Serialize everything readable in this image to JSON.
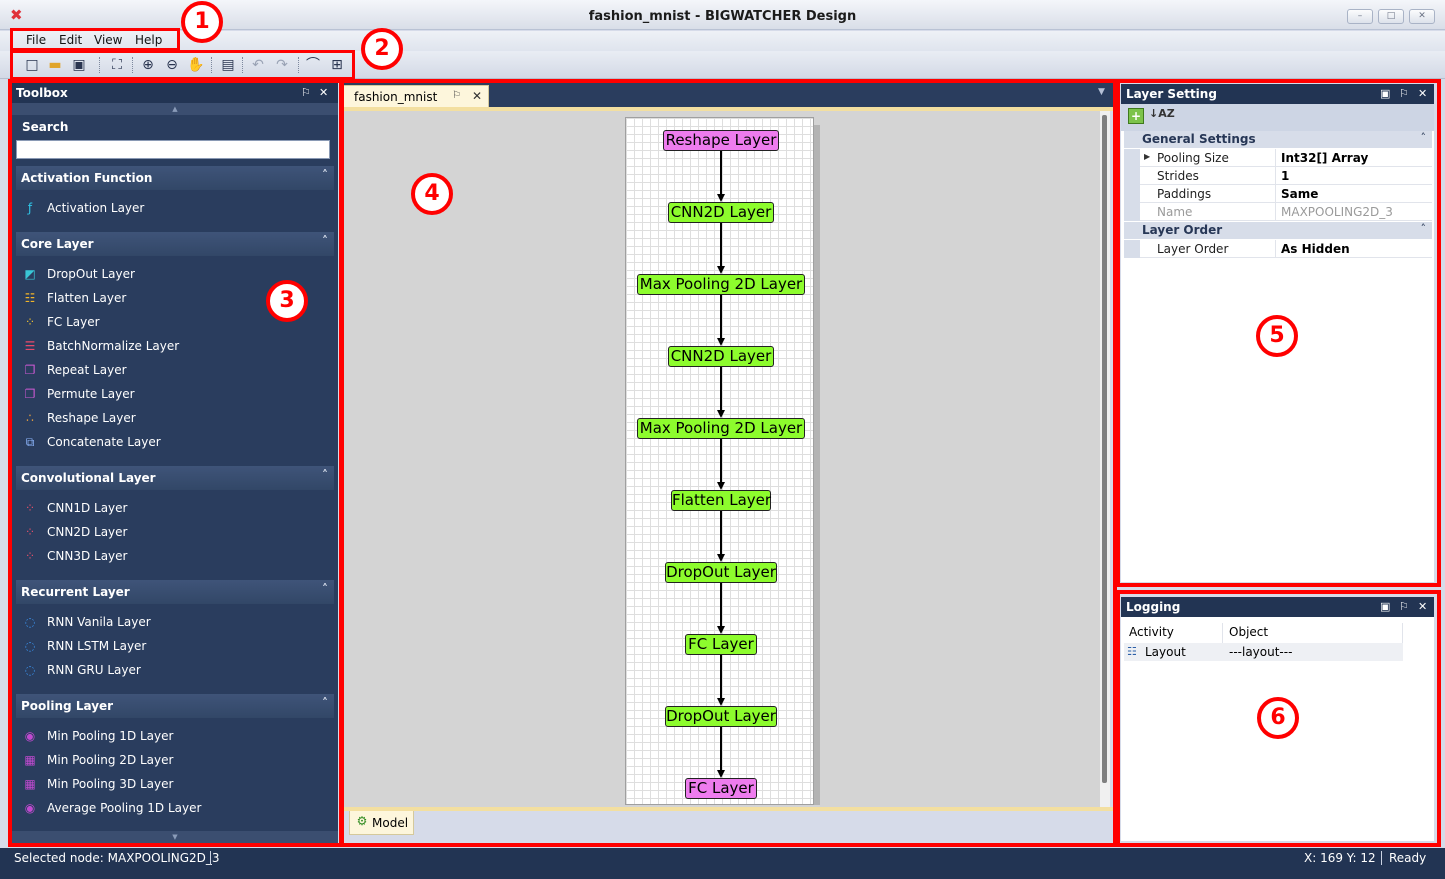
{
  "window": {
    "title": "fashion_mnist - BIGWATCHER Design",
    "app_icon": "✖",
    "controls": [
      "–",
      "□",
      "✕"
    ]
  },
  "menu": {
    "items": [
      "File",
      "Edit",
      "View",
      "Help"
    ]
  },
  "toolbar": {
    "buttons": [
      "new-file-icon",
      "open-folder-icon",
      "save-icon",
      "fit-to-screen-icon",
      "zoom-in-icon",
      "zoom-out-icon",
      "pan-hand-icon",
      "export-image-icon",
      "undo-icon",
      "redo-icon",
      "connector-icon",
      "auto-layout-icon"
    ],
    "glyphs": [
      "□",
      "▬",
      "▣",
      "⛶",
      "⊕",
      "⊖",
      "✋",
      "▤",
      "↶",
      "↷",
      "⌒",
      "⊞"
    ]
  },
  "annotations": [
    "1",
    "2",
    "3",
    "4",
    "5",
    "6"
  ],
  "toolbox": {
    "title": "Toolbox",
    "pin": "⚐",
    "close": "✕",
    "scroll_up": "▲",
    "scroll_down": "▼",
    "search_label": "Search",
    "search_value": "",
    "categories": [
      {
        "name": "Activation Function",
        "items": [
          {
            "label": "Activation Layer",
            "icon": "activation-icon",
            "glyph": "ƒ",
            "color": "#2fc6e8"
          }
        ]
      },
      {
        "name": "Core Layer",
        "items": [
          {
            "label": "DropOut Layer",
            "icon": "dropout-icon",
            "glyph": "◩",
            "color": "#39c7d6"
          },
          {
            "label": "Flatten Layer",
            "icon": "flatten-icon",
            "glyph": "☷",
            "color": "#f0b429"
          },
          {
            "label": "FC Layer",
            "icon": "fc-icon",
            "glyph": "⁘",
            "color": "#f2c230"
          },
          {
            "label": "BatchNormalize Layer",
            "icon": "batchnormalize-icon",
            "glyph": "☰",
            "color": "#e84a6a"
          },
          {
            "label": "Repeat Layer",
            "icon": "repeat-icon",
            "glyph": "❐",
            "color": "#d05ad6"
          },
          {
            "label": "Permute Layer",
            "icon": "permute-icon",
            "glyph": "❐",
            "color": "#d05ad6"
          },
          {
            "label": "Reshape Layer",
            "icon": "reshape-icon",
            "glyph": "∴",
            "color": "#e8a040"
          },
          {
            "label": "Concatenate Layer",
            "icon": "concatenate-icon",
            "glyph": "⧉",
            "color": "#8fb8ff"
          }
        ]
      },
      {
        "name": "Convolutional Layer",
        "items": [
          {
            "label": "CNN1D Layer",
            "icon": "cnn1d-icon",
            "glyph": "⁘",
            "color": "#e2506a"
          },
          {
            "label": "CNN2D Layer",
            "icon": "cnn2d-icon",
            "glyph": "⁘",
            "color": "#e2506a"
          },
          {
            "label": "CNN3D Layer",
            "icon": "cnn3d-icon",
            "glyph": "⁘",
            "color": "#e2506a"
          }
        ]
      },
      {
        "name": "Recurrent Layer",
        "items": [
          {
            "label": "RNN Vanila Layer",
            "icon": "rnn-vanila-icon",
            "glyph": "◌",
            "color": "#3a8fe8"
          },
          {
            "label": "RNN LSTM Layer",
            "icon": "rnn-lstm-icon",
            "glyph": "◌",
            "color": "#3a8fe8"
          },
          {
            "label": "RNN GRU Layer",
            "icon": "rnn-gru-icon",
            "glyph": "◌",
            "color": "#3a8fe8"
          }
        ]
      },
      {
        "name": "Pooling Layer",
        "items": [
          {
            "label": "Min Pooling 1D Layer",
            "icon": "min-pooling-1d-icon",
            "glyph": "◉",
            "color": "#c04ad0"
          },
          {
            "label": "Min Pooling 2D Layer",
            "icon": "min-pooling-2d-icon",
            "glyph": "▦",
            "color": "#c04ad0"
          },
          {
            "label": "Min Pooling 3D Layer",
            "icon": "min-pooling-3d-icon",
            "glyph": "▦",
            "color": "#c04ad0"
          },
          {
            "label": "Average Pooling 1D Layer",
            "icon": "average-pooling-1d-icon",
            "glyph": "◉",
            "color": "#c04ad0"
          }
        ]
      }
    ],
    "collapse_glyph": "˄"
  },
  "document": {
    "tab_label": "fashion_mnist",
    "tab_pin": "⚐",
    "tab_close": "✕",
    "tab_menu": "▼",
    "bottom_tab_label": "Model",
    "bottom_tab_icon": "⚙",
    "nodes": [
      {
        "label": "Reshape Layer",
        "color": "pink"
      },
      {
        "label": "CNN2D Layer",
        "color": "green"
      },
      {
        "label": "Max Pooling 2D Layer",
        "color": "green"
      },
      {
        "label": "CNN2D Layer",
        "color": "green"
      },
      {
        "label": "Max Pooling 2D Layer",
        "color": "green"
      },
      {
        "label": "Flatten Layer",
        "color": "green"
      },
      {
        "label": "DropOut Layer",
        "color": "green"
      },
      {
        "label": "FC Layer",
        "color": "green"
      },
      {
        "label": "DropOut Layer",
        "color": "green"
      },
      {
        "label": "FC Layer",
        "color": "pink"
      }
    ]
  },
  "layer_setting": {
    "title": "Layer Setting",
    "header_buttons": [
      "▣",
      "⚐",
      "✕"
    ],
    "toolbar_icons": [
      "+",
      "↓AZ"
    ],
    "categories": [
      {
        "name": "General Settings",
        "chevron": "˄",
        "rows": [
          {
            "name": "Pooling Size",
            "value": "Int32[] Array",
            "expand": "▶",
            "disabled": false
          },
          {
            "name": "Strides",
            "value": "1",
            "expand": "",
            "disabled": false
          },
          {
            "name": "Paddings",
            "value": "Same",
            "expand": "",
            "disabled": false
          },
          {
            "name": "Name",
            "value": "MAXPOOLING2D_3",
            "expand": "",
            "disabled": true
          }
        ]
      },
      {
        "name": "Layer Order",
        "chevron": "˄",
        "rows": [
          {
            "name": "Layer Order",
            "value": "As Hidden",
            "expand": "",
            "disabled": false
          }
        ]
      }
    ]
  },
  "logging": {
    "title": "Logging",
    "header_buttons": [
      "▣",
      "⚐",
      "✕"
    ],
    "columns": [
      "Activity",
      "Object"
    ],
    "rows": [
      {
        "icon": "☷",
        "activity": "Layout",
        "object": "---layout---"
      }
    ]
  },
  "status": {
    "selected_node": "Selected node: MAXPOOLING2D_3",
    "coords": "X: 169 Y: 12",
    "state": "Ready"
  }
}
